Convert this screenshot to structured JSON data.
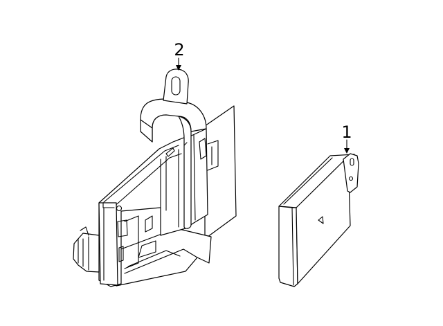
{
  "diagram": {
    "callouts": [
      {
        "number": "1",
        "part": "module"
      },
      {
        "number": "2",
        "part": "bracket"
      }
    ],
    "colors": {
      "stroke": "#000000",
      "background": "#ffffff"
    }
  }
}
